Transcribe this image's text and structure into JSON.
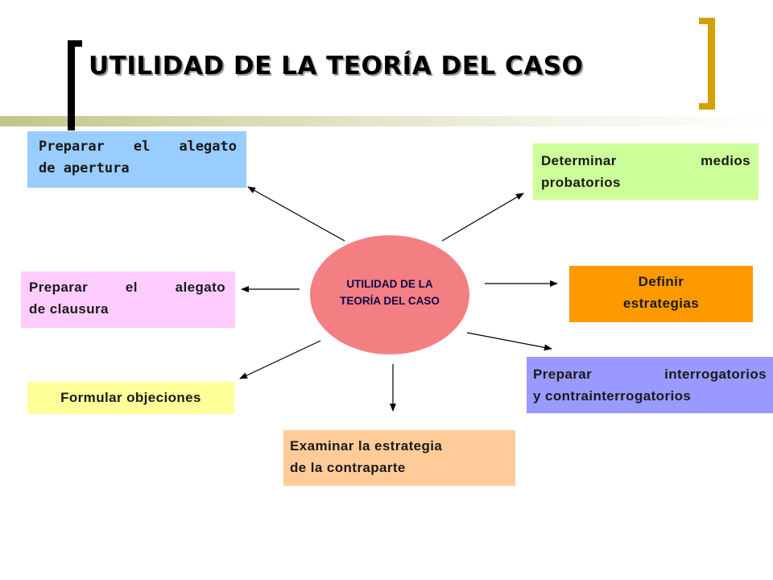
{
  "title": "UTILIDAD DE LA TEORÍA DEL CASO",
  "center": {
    "line1": "UTILIDAD DE LA",
    "line2": "TEORÍA DEL CASO"
  },
  "boxes": {
    "apertura": {
      "line1": "Preparar el alegato",
      "line2": "de apertura",
      "color": "#99ccff"
    },
    "medios": {
      "line1": "Determinar medios",
      "line2": "probatorios",
      "color": "#ccff99"
    },
    "clausura": {
      "line1": "Preparar el alegato",
      "line2": "de clausura",
      "color": "#ffccff"
    },
    "estrategias": {
      "line1": "Definir",
      "line2": "estrategias",
      "color": "#ff9900"
    },
    "objeciones": {
      "line1": "Formular objeciones",
      "color": "#ffff99"
    },
    "interrogatorios": {
      "line1": "Preparar interrogatorios",
      "line2": "y contrainterrogatorios",
      "color": "#9999ff"
    },
    "contraparte": {
      "line1": "Examinar la estrategia",
      "line2": "de la contraparte",
      "color": "#ffcc99"
    }
  },
  "colors": {
    "center": "#f47f82",
    "bracket_left": "#000000",
    "bracket_right": "#d4a000"
  }
}
